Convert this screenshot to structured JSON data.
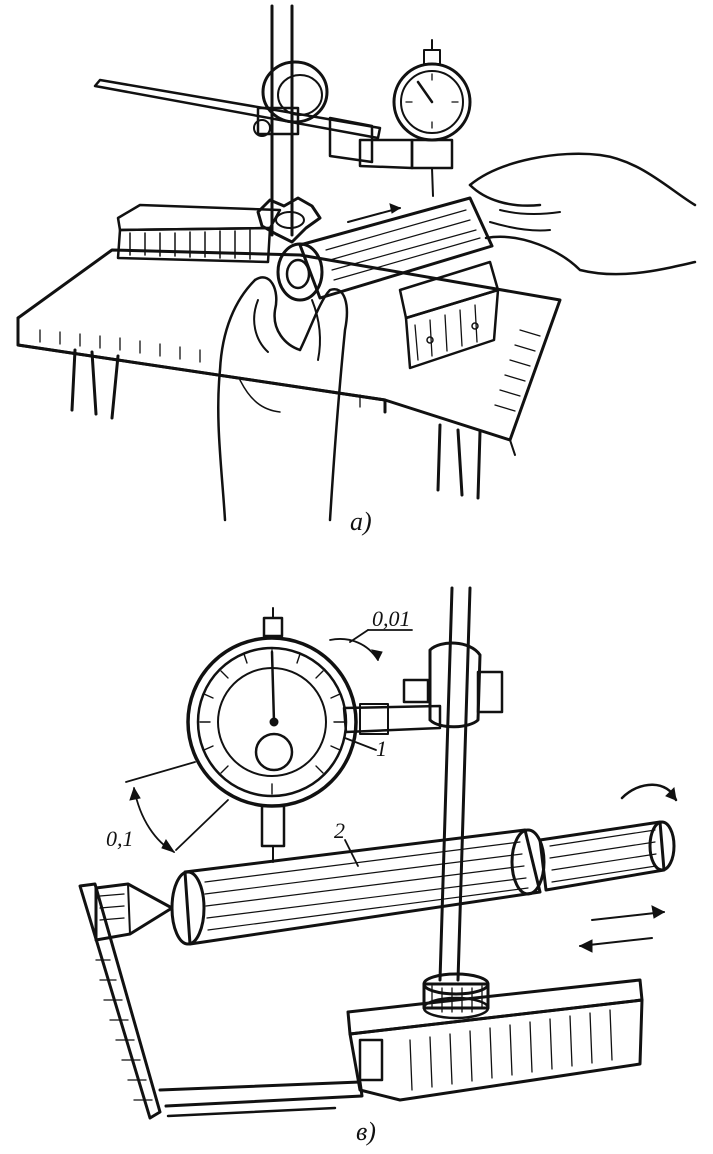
{
  "panels": [
    {
      "id": "a",
      "caption": "a)"
    },
    {
      "id": "b",
      "caption": "в)"
    }
  ],
  "callouts": {
    "scale_fine": "0,01",
    "scale_coarse": "0,1",
    "part_1": "1",
    "part_2": "2"
  }
}
